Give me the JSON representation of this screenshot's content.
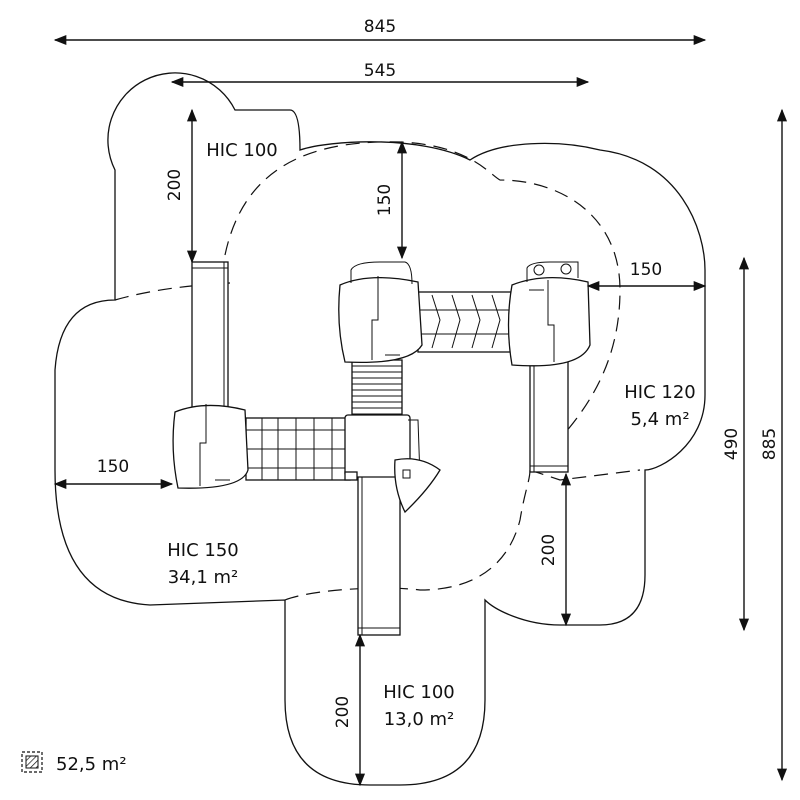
{
  "dimensions": {
    "overall_width": "845",
    "inner_width": "545",
    "left_top_depth": "200",
    "center_top_depth": "150",
    "right_side_depth": "150",
    "left_side_depth": "150",
    "right_bottom_depth": "200",
    "bottom_depth": "200",
    "inner_height": "490",
    "overall_height": "885"
  },
  "zones": {
    "top_left": {
      "hic": "HIC 100"
    },
    "right": {
      "hic": "HIC 120",
      "area": "5,4 m²"
    },
    "left_main": {
      "hic": "HIC 150",
      "area": "34,1 m²"
    },
    "bottom": {
      "hic": "HIC 100",
      "area": "13,0 m²"
    }
  },
  "legend": {
    "icon": "hatched-area-icon",
    "total_area": "52,5 m²"
  }
}
